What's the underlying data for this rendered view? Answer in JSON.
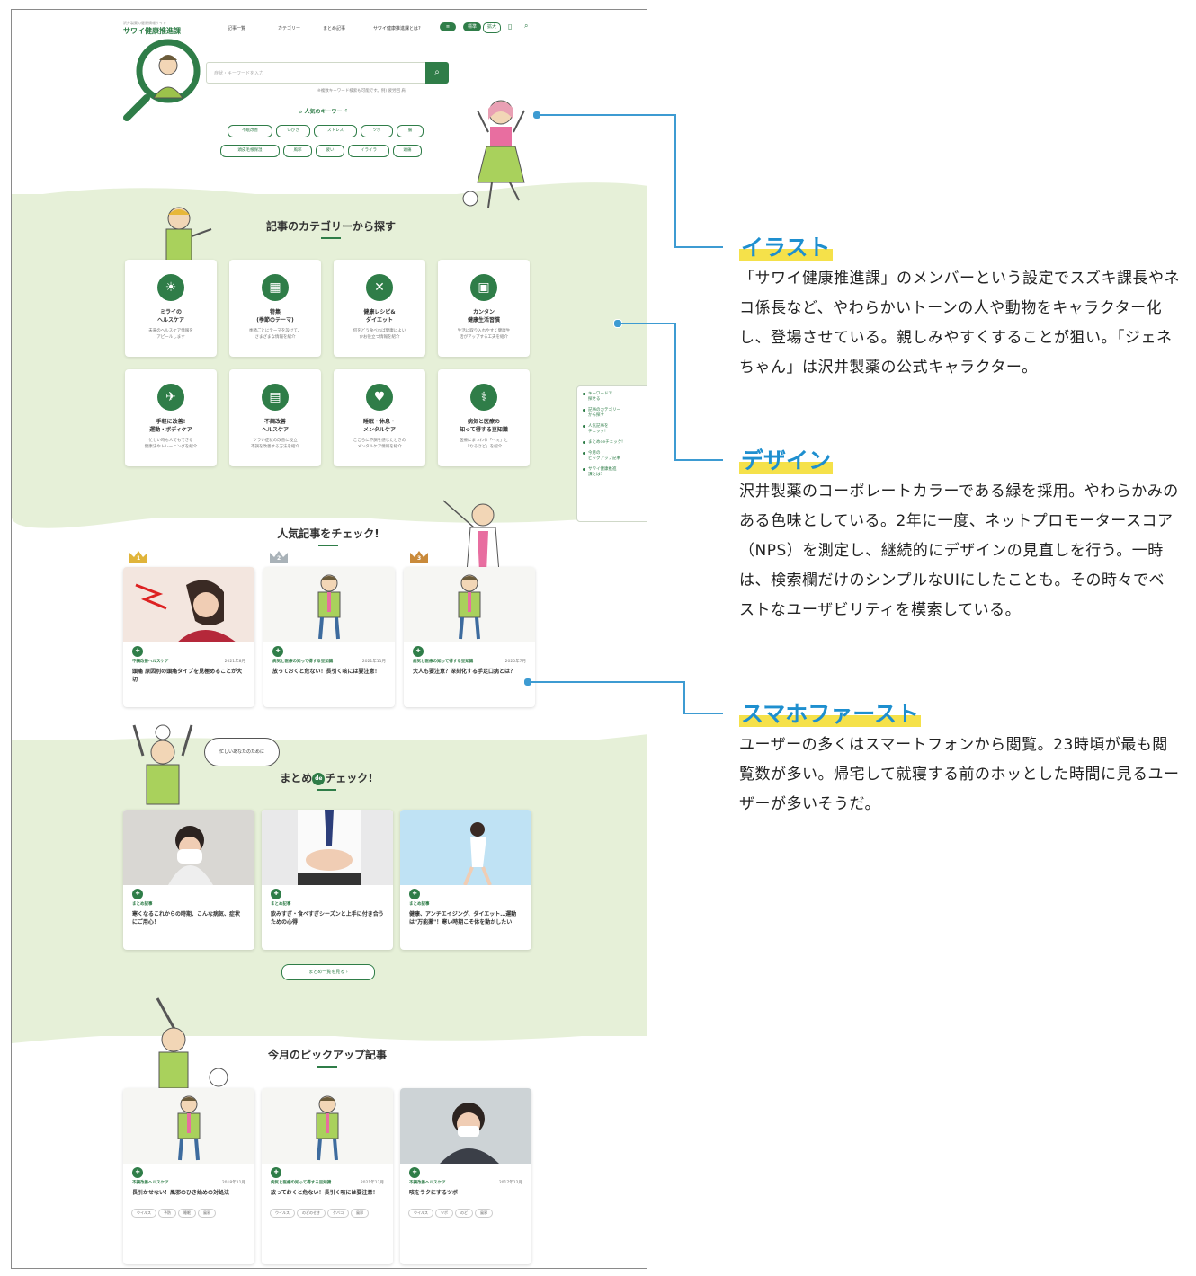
{
  "header": {
    "logo_text": "サワイ健康推進課",
    "logo_sub": "沢井製薬の健康情報サイト",
    "nav": [
      "記事一覧",
      "カテゴリー",
      "まとめ記事",
      "サワイ健康推進課とは?"
    ],
    "size_standard": "標準",
    "size_large": "拡大"
  },
  "search": {
    "placeholder": "症状・キーワードを入力",
    "note": "※複数キーワード検索も可能です。例) 疲労回 肩"
  },
  "keywords": {
    "title": "人気のキーワード",
    "items": [
      "不眠改善",
      "いびき",
      "ストレス",
      "ツボ",
      "腸",
      "頭皮毛根保湿",
      "風邪",
      "疲い",
      "イライラ",
      "頭痛"
    ]
  },
  "categories": {
    "title": "記事のカテゴリーから探す",
    "items": [
      {
        "title": "ミライの\nヘルスケア",
        "desc": "未来のヘルスケア情報を\nアピールします",
        "icon": "lightbulb-icon",
        "glyph": "☀"
      },
      {
        "title": "特集\n(季節のテーマ)",
        "desc": "季節ごとにテーマを設けて、\nさまざまな情報を紹介",
        "icon": "calendar-icon",
        "glyph": "▦"
      },
      {
        "title": "健康レシピ&\nダイエット",
        "desc": "何をどう食べれば健康によい\nかお役立つ情報を紹介",
        "icon": "fork-knife-icon",
        "glyph": "✕"
      },
      {
        "title": "カンタン\n健康生活習慣",
        "desc": "生活に取り入れやすく健康生\n活がアップする工夫を紹介",
        "icon": "notebook-icon",
        "glyph": "▣"
      },
      {
        "title": "手軽に改善!\n運動・ボディケア",
        "desc": "忙しい時も人でもできる\n健康法やトレーニングを紹介",
        "icon": "runner-icon",
        "glyph": "✈"
      },
      {
        "title": "不調改善\nヘルスケア",
        "desc": "ツラい症状の改善に役立\n不調を改善する方法を紹介",
        "icon": "clipboard-icon",
        "glyph": "▤"
      },
      {
        "title": "睡眠・休息・\nメンタルケア",
        "desc": "こころに不調を感じたときの\nメンタルケア情報を紹介",
        "icon": "heart-icon",
        "glyph": "♥"
      },
      {
        "title": "病気と医療の\n知って得する豆知識",
        "desc": "医療にまつわる「へぇ」と\n「なるほど」を紹介",
        "icon": "stethoscope-icon",
        "glyph": "⚕"
      }
    ]
  },
  "sidenav": {
    "items": [
      "キーワードで\n探せる",
      "記事のカテゴリー\nから探す",
      "人気記事を\nチェック!",
      "まとめdeチェック!",
      "今月の\nピックアップ記事",
      "サワイ健康推進\n課とは?"
    ]
  },
  "popular": {
    "title": "人気記事をチェック!",
    "items": [
      {
        "rank": "1",
        "category": "不調改善ヘルスケア",
        "date": "2021年8月",
        "title": "頭痛 原因別の頭痛タイプを見極めることが大切"
      },
      {
        "rank": "2",
        "category": "病気と医療の知って得する豆知識",
        "date": "2021年11月",
        "title": "放っておくと危ない！長引く咳には要注意！"
      },
      {
        "rank": "3",
        "category": "病気と医療の知って得する豆知識",
        "date": "2020年7月",
        "title": "大人も要注意？深刻化する手足口病とは？"
      }
    ]
  },
  "matome": {
    "title_pre": "まとめ",
    "title_de": "de",
    "title_post": "チェック!",
    "bubble": "忙しいあなたのために",
    "items": [
      {
        "label": "まとめ記事",
        "title": "寒くなるこれからの時期、こんな病気、症状にご用心！"
      },
      {
        "label": "まとめ記事",
        "title": "飲みすぎ・食べすぎシーズンと上手に付き合うための心得"
      },
      {
        "label": "まとめ記事",
        "title": "健康、アンチエイジング、ダイエット…運動は\"万能薬\"！寒い時期こそ体を動かしたい"
      }
    ],
    "more": "まとめ一覧を見る"
  },
  "pickup": {
    "title": "今月のピックアップ記事",
    "items": [
      {
        "category": "不調改善ヘルスケア",
        "date": "2018年11月",
        "title": "長引かせない！風邪のひき始めの対処法",
        "tags": [
          "ウイルス",
          "予防",
          "睡眠",
          "風邪"
        ]
      },
      {
        "category": "病気と医療の知って得する豆知識",
        "date": "2021年12月",
        "title": "放っておくと危ない！長引く咳には要注意！",
        "tags": [
          "ウイルス",
          "のどのせき",
          "タバコ",
          "風邪"
        ]
      },
      {
        "category": "不調改善ヘルスケア",
        "date": "2017年12月",
        "title": "咳をラクにするツボ",
        "tags": [
          "ウイルス",
          "ツボ",
          "のど",
          "風邪"
        ]
      }
    ]
  },
  "annotations": [
    {
      "heading": "イラスト",
      "body": "「サワイ健康推進課」のメンバーという設定でスズキ課長やネコ係長など、やわらかいトーンの人や動物をキャラクター化し、登場させている。親しみやすくすることが狙い。「ジェネちゃん」は沢井製薬の公式キャラクター。"
    },
    {
      "heading": "デザイン",
      "body": "沢井製薬のコーポレートカラーである緑を採用。やわらかみのある色味としている。2年に一度、ネットプロモータースコア（NPS）を測定し、継続的にデザインの見直しを行う。一時は、検索欄だけのシンプルなUIにしたことも。その時々でベストなユーザビリティを模索している。"
    },
    {
      "heading": "スマホファースト",
      "body": "ユーザーの多くはスマートフォンから閲覧。23時頃が最も閲覧数が多い。帰宅して就寝する前のホッとした時間に見るユーザーが多いそうだ。"
    }
  ],
  "colors": {
    "brand_green": "#2f7d48",
    "band_green": "#e6f0d8",
    "annotation_blue": "#1e8fcf",
    "highlight_yellow": "#f5e14a"
  }
}
